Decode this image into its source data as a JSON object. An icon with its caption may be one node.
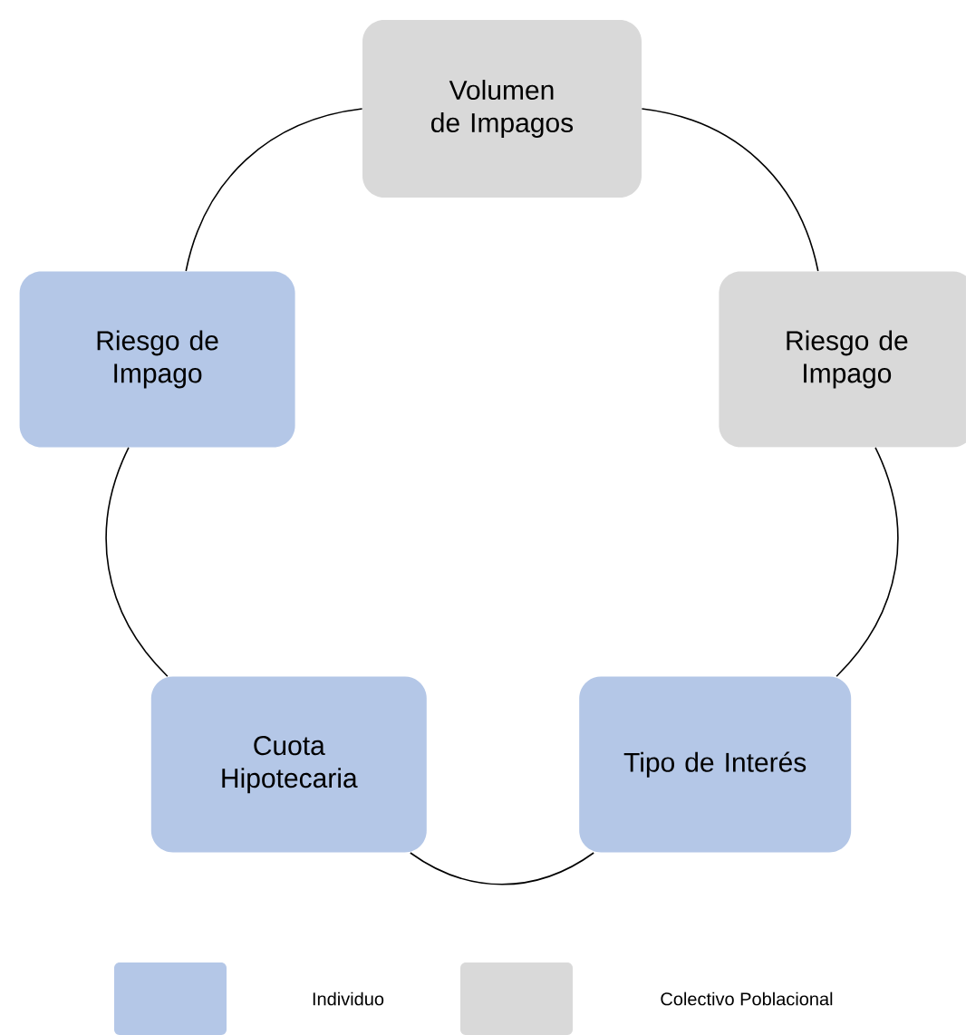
{
  "diagram": {
    "nodes": [
      {
        "text": [
          "Volumen de Impagos"
        ]
      },
      {
        "text": [
          "Riesgo de Impago"
        ]
      },
      {
        "text": [
          "Tipo de Interés"
        ]
      },
      {
        "text": [
          "Cuota Hipotecaria"
        ]
      },
      {
        "text": [
          "Riesgo de Impago"
        ]
      }
    ],
    "edges": [
      {
        "from": 0,
        "to": 1,
        "arrow": "none"
      },
      {
        "from": 1,
        "to": 2,
        "arrow": "none"
      },
      {
        "from": 2,
        "to": 3,
        "arrow": "none"
      },
      {
        "from": 3,
        "to": 4,
        "arrow": "none"
      },
      {
        "from": 4,
        "to": 0,
        "arrow": "none"
      }
    ],
    "legend": [
      {
        "text": "Individuo",
        "color": "#b4c7e7"
      },
      {
        "text": "Colectivo Poblacional",
        "color": "#d9d9d9"
      }
    ]
  }
}
